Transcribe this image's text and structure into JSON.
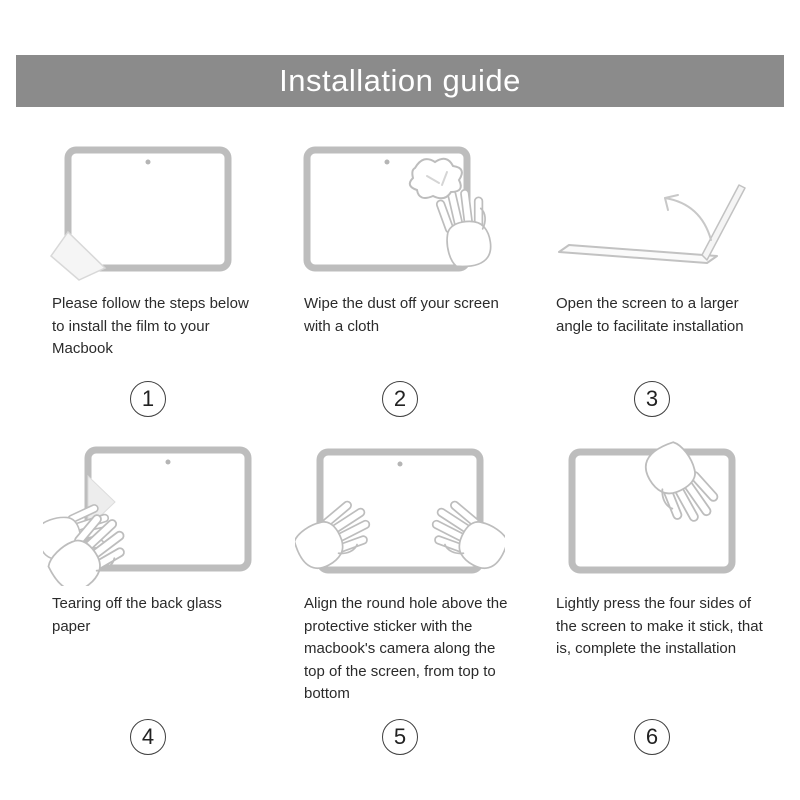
{
  "header": {
    "title": "Installation guide"
  },
  "colors": {
    "banner_bg": "#8b8b8b",
    "banner_text": "#ffffff",
    "line_art": "#bdbdbd",
    "body_text": "#2b2b2b",
    "circle_border": "#3f3f3f"
  },
  "steps": [
    {
      "number": "1",
      "caption": "Please follow the steps below to install the film to your Macbook",
      "illustration": "screen-film-corner-peel"
    },
    {
      "number": "2",
      "caption": "Wipe the dust off your screen with a cloth",
      "illustration": "hand-wiping-screen-with-cloth"
    },
    {
      "number": "3",
      "caption": "Open the screen to a larger angle to facilitate installation",
      "illustration": "laptop-opening-side-view"
    },
    {
      "number": "4",
      "caption": "Tearing off the back glass paper",
      "illustration": "hands-tearing-back-paper"
    },
    {
      "number": "5",
      "caption": "Align the round hole above the protective sticker with the macbook's camera along the top of the screen, from top to bottom",
      "illustration": "hands-aligning-film-to-camera"
    },
    {
      "number": "6",
      "caption": "Lightly press the four sides of the screen to make it stick, that is, complete the installation",
      "illustration": "hand-pressing-screen-sides"
    }
  ]
}
